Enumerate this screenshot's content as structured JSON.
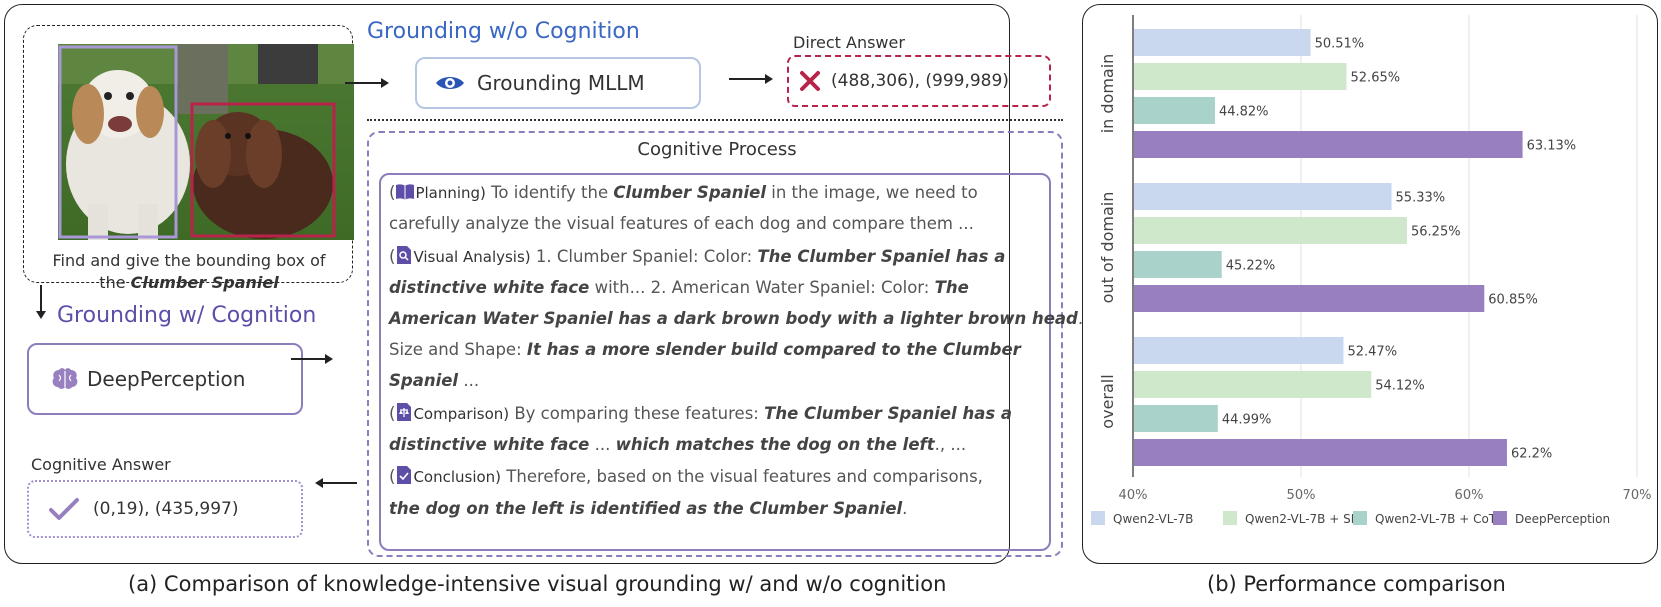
{
  "panel_a": {
    "caption": "(a) Comparison of knowledge-intensive visual grounding w/ and w/o cognition",
    "query": {
      "prefix": "Find and give the bounding box of",
      "article": "the",
      "subject": "Clumber Spaniel"
    },
    "grounding_without_heading": "Grounding w/o Cognition",
    "grounding_with_heading": "Grounding w/ Cognition",
    "mllm_label": "Grounding MLLM",
    "deep_label": "DeepPerception",
    "direct_answer": {
      "label": "Direct Answer",
      "value": "(488,306), (999,989)"
    },
    "cognitive_answer": {
      "label": "Cognitive Answer",
      "value": "(0,19), (435,997)"
    },
    "process": {
      "title": "Cognitive Process",
      "lines": [
        {
          "open": "(",
          "tag": "Planning)",
          "t1": " To identify the ",
          "b1": "Clumber Spaniel",
          "t2": " in the image, we need to"
        },
        {
          "t1": "carefully analyze the visual features of each dog and compare them ..."
        },
        {
          "open": "(",
          "tag": "Visual Analysis)",
          "t1": "  1. Clumber Spaniel: Color: ",
          "b1": "The Clumber Spaniel has a"
        },
        {
          "b1": "distinctive white face",
          "t1": " with... 2. American Water Spaniel: Color: ",
          "b2": "The"
        },
        {
          "b1": "American Water Spaniel has a dark brown body with a lighter brown head",
          "t1": "."
        },
        {
          "t1": "Size and Shape: ",
          "b1": "It has a more slender build compared to the Clumber"
        },
        {
          "b1": "Spaniel",
          "t1": " ..."
        },
        {
          "open": "(",
          "tag": "Comparison)",
          "t1": " By comparing these features: ",
          "b1": "The Clumber Spaniel has a"
        },
        {
          "b1": "distinctive white face",
          "t1": " ... ",
          "b2": "which matches the dog on the left",
          "t2": "., ..."
        },
        {
          "open": "(",
          "tag": "Conclusion)",
          "t1": " Therefore, based on the visual features and comparisons,"
        },
        {
          "b1": "the dog on the left is identified as the Clumber Spaniel",
          "t1": "."
        }
      ]
    }
  },
  "panel_b": {
    "caption": "(b) Performance comparison"
  },
  "chart_data": {
    "type": "bar",
    "orientation": "horizontal",
    "categories": [
      "in domain",
      "out of domain",
      "overall"
    ],
    "series": [
      {
        "name": "Qwen2-VL-7B",
        "color": "#c9d8ef",
        "values": [
          50.51,
          55.33,
          52.47
        ],
        "labels": [
          "50.51%",
          "55.33%",
          "52.47%"
        ]
      },
      {
        "name": "Qwen2-VL-7B + SFT",
        "color": "#cfe8cc",
        "values": [
          52.65,
          56.25,
          54.12
        ],
        "labels": [
          "52.65%",
          "56.25%",
          "54.12%"
        ]
      },
      {
        "name": "Qwen2-VL-7B + CoT",
        "color": "#a9d3ca",
        "values": [
          44.82,
          45.22,
          44.99
        ],
        "labels": [
          "44.82%",
          "45.22%",
          "44.99%"
        ]
      },
      {
        "name": "DeepPerception",
        "color": "#9880c0",
        "values": [
          63.13,
          60.85,
          62.2
        ],
        "labels": [
          "63.13%",
          "60.85%",
          "62.2%"
        ]
      }
    ],
    "xlim": [
      40,
      70
    ],
    "xticks": [
      40,
      50,
      60,
      70
    ],
    "xtick_labels": [
      "40%",
      "50%",
      "60%",
      "70%"
    ],
    "grid": true,
    "legend": "bottom"
  }
}
